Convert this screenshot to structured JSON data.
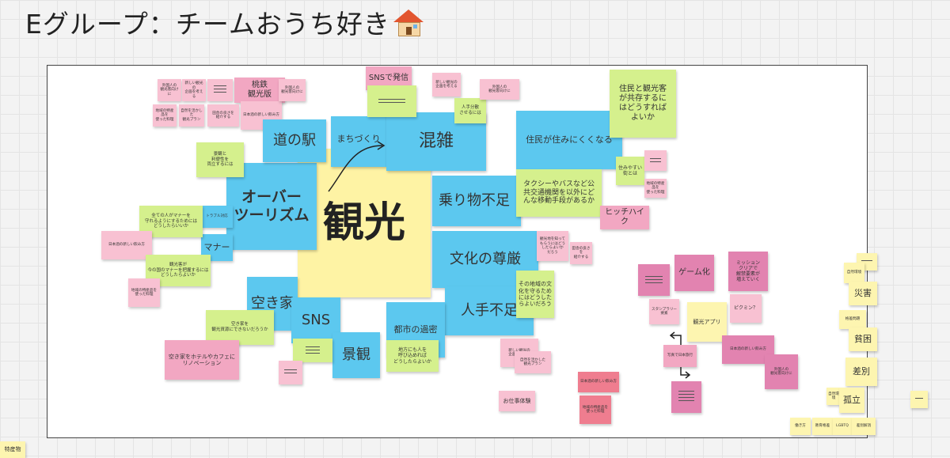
{
  "board": {
    "title": "Eグループ：チームおうち好き",
    "title_icon": "house-icon",
    "corner_label": "特産物"
  },
  "colors": {
    "yellow": "#fef3a4",
    "green": "#d5f08d",
    "blue": "#5cc8ef",
    "pink": "#f8c1d2",
    "magenta": "#e283b0",
    "red": "#ef7d8f"
  },
  "notes": {
    "center": "観光",
    "over_tourism": "オーバー\nツーリズム",
    "michinoeki": "道の駅",
    "machizukuri": "まちづくり",
    "konzatsu": "混雑",
    "norimono": "乗り物不足",
    "bunka": "文化の尊厳",
    "jinte": "人手不足",
    "akiya": "空き家",
    "sns": "SNS",
    "keikan": "景観",
    "toshi": "都市の過密",
    "manner": "マナー",
    "sns_hasshin": "SNSで発信",
    "momotetsu": "桃鉄\n観光版",
    "jumin_kanko": "住民と観光客\nが共存するに\nはどうすれば\nよいか",
    "jumin_sumi": "住民が住みにくくなる",
    "taxi": "タクシーやバスなど公\n共交通機関を以外にど\nんな移動手段があるか",
    "hitch": "ヒッチハイク",
    "game": "ゲーム化",
    "mission": "ミッション\nクリアで\n解禁要素が\n増えていく",
    "kanko_app": "観光アプリ",
    "pikmin": "ピクミン？",
    "stamp": "スタンプラリー\n要素",
    "shashin": "写真で日本旅行",
    "akiya_hotel": "空き家をホテルやカフェに\nリノベーション",
    "akiya_kanko": "空き家を\n観光資源にできないだろうか",
    "chiho": "地方にも人を\n呼び込めれば\nどうしたらよいか",
    "oshigoto": "お仕事体験",
    "sonochiiki": "その地域の文\n化を守るため\nにはどうした\nらよいだろう",
    "sumiyasui": "住みやすい\n街とは",
    "kankochi": "観光地を知って\nもらうにはどう\nしたらよいか\nだろう",
    "subete": "全ての人がマナーを\n守れるようにするためには\nどうしたらいいか",
    "kankokyaku": "観光客が\n今の国のマナーを把握するには\nどうしたらよいか",
    "jinbutsu": "人手分散\nさせるには",
    "toraburu": "トラブル対応",
    "ryotetsu": "景観と\n利便性を\n両立するには",
    "saigai": "災害",
    "hinkon": "貧困",
    "sabetsu": "差別",
    "koritsu": "孤立",
    "kakusa": "自然環境",
    "kaiseki": "格差問題",
    "hatarakikata": "働き方",
    "kyoiku": "教育格差",
    "lgbt": "LGBTQ",
    "dadeki": "差別解消",
    "nihon_sake": "日本酒の新しい飲み方",
    "rinpoto": "田舎の良さを\n紹介する",
    "kokusai": "外国人の\n観光客向けに",
    "kikaku": "新しい観光の\n企画を考える",
    "tokuten": "地域の特産品を\n使った料理",
    "shizen": "自然を活かした\n観光プラン"
  }
}
